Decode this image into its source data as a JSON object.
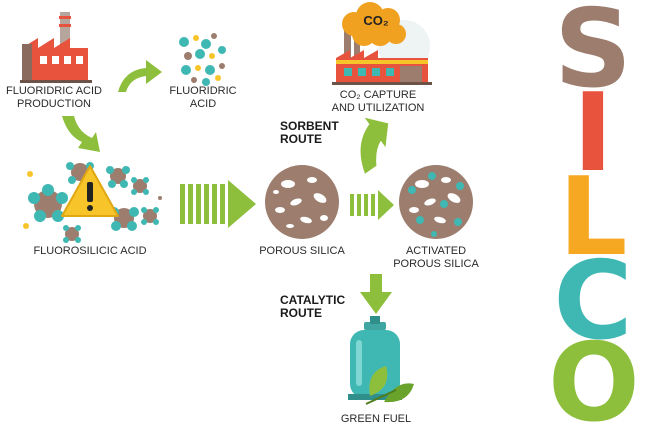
{
  "labels": {
    "fluoridric_production": [
      "FLUORIDRIC ACID",
      "PRODUCTION"
    ],
    "fluoridric_acid": [
      "FLUORIDRIC",
      "ACID"
    ],
    "co2_capture": [
      "CO₂ CAPTURE",
      "AND UTILIZATION"
    ],
    "fluorosilicic_acid": "FLUOROSILICIC ACID",
    "porous_silica": "POROUS SILICA",
    "activated_porous_silica": [
      "ACTIVATED",
      "POROUS SILICA"
    ],
    "green_fuel": "GREEN FUEL",
    "co2_cloud": "CO₂"
  },
  "routes": {
    "sorbent": [
      "SORBENT",
      "ROUTE"
    ],
    "catalytic": [
      "CATALYTIC",
      "ROUTE"
    ]
  },
  "brand": {
    "letters": [
      "S",
      "I",
      "L",
      "C",
      "O"
    ],
    "colors": [
      "#9c7d6e",
      "#e8533e",
      "#f7a822",
      "#3fb8b4",
      "#8dbf3c"
    ]
  },
  "colors": {
    "arrow_green": "#8dbf3c",
    "teal": "#3fb8b4",
    "brown": "#9c7d6e",
    "factory_red": "#e8533e",
    "warning_yellow": "#f7c52a",
    "cloud_orange": "#f0a11f"
  }
}
